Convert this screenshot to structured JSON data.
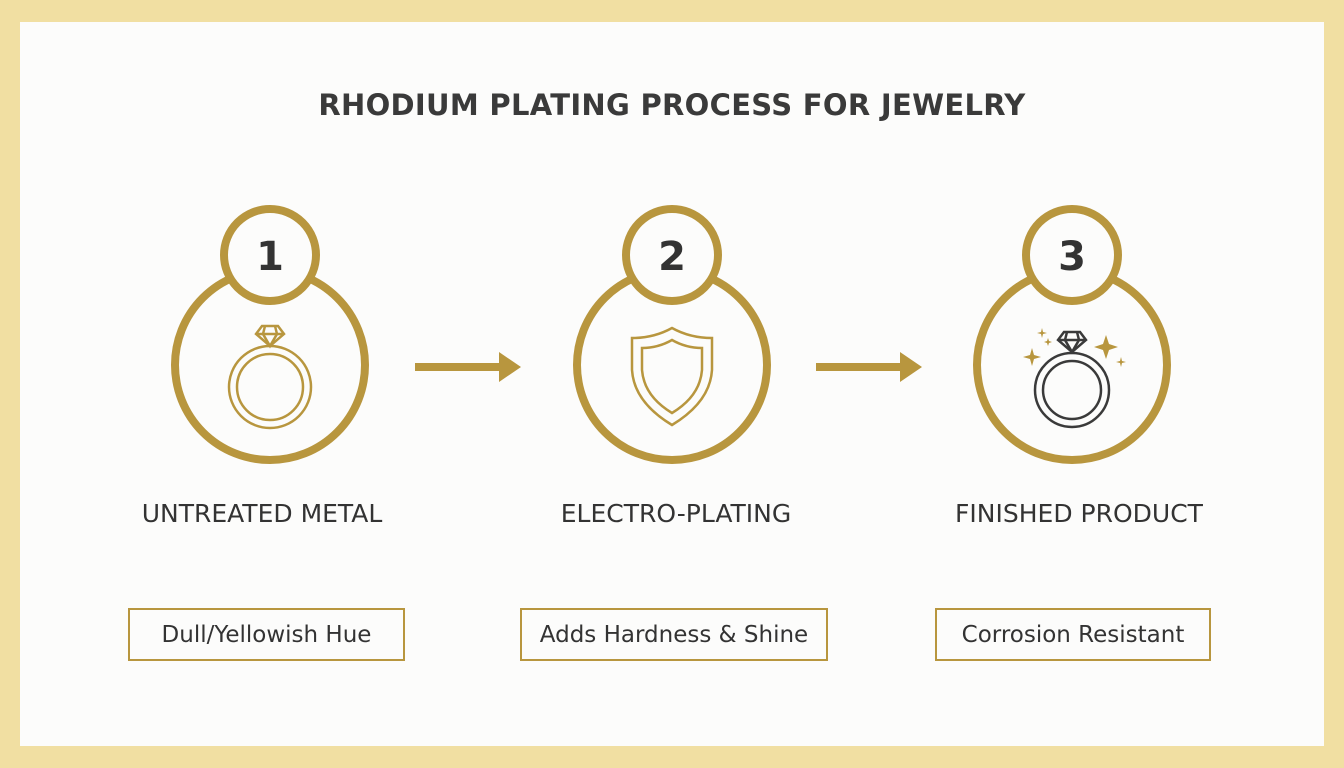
{
  "title": "RHODIUM PLATING PROCESS FOR JEWELRY",
  "colors": {
    "frame": "#f1dfa2",
    "gold": "#b8963e",
    "dark_icon": "#3a3a3a"
  },
  "steps": [
    {
      "number": "1",
      "label": "UNTREATED METAL",
      "note": "Dull/Yellowish Hue",
      "icon": "gold-ring-icon"
    },
    {
      "number": "2",
      "label": "ELECTRO-PLATING",
      "note": "Adds Hardness & Shine",
      "icon": "shield-icon"
    },
    {
      "number": "3",
      "label": "FINISHED PRODUCT",
      "note": "Corrosion Resistant",
      "icon": "sparkling-ring-icon"
    }
  ]
}
